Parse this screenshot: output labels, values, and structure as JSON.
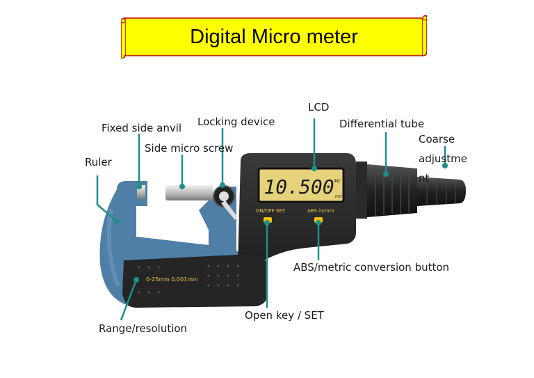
{
  "title": "Digital Micro meter",
  "lcd": {
    "reading": "10.500",
    "inch_mark": "INC",
    "mm_mark": "mm"
  },
  "body_text": {
    "on_off_set": "ON/OFF  SET",
    "abs_inmm": "ABS  in/mm",
    "range_text": "0-25mm   0.001mm"
  },
  "labels": {
    "lcd": "LCD",
    "locking_device": "Locking device",
    "fixed_side_anvil": "Fixed side anvil",
    "side_micro_screw": "Side micro screw",
    "differential_tube": "Differential tube",
    "coarse_1": "Coarse",
    "coarse_2": "adjustme",
    "coarse_3": "nt",
    "ruler": "Ruler",
    "abs_button": "ABS/metric conversion button",
    "open_key": "Open key / SET",
    "range_resolution": "Range/resolution"
  },
  "colors": {
    "banner_fill": "#ffff00",
    "banner_border": "#c00000",
    "leader_teal": "#1e8f8a",
    "frame_blue": "#4f7fa6",
    "lcd_yellow": "#e6d27a",
    "body_dark": "#2b2b2b"
  }
}
